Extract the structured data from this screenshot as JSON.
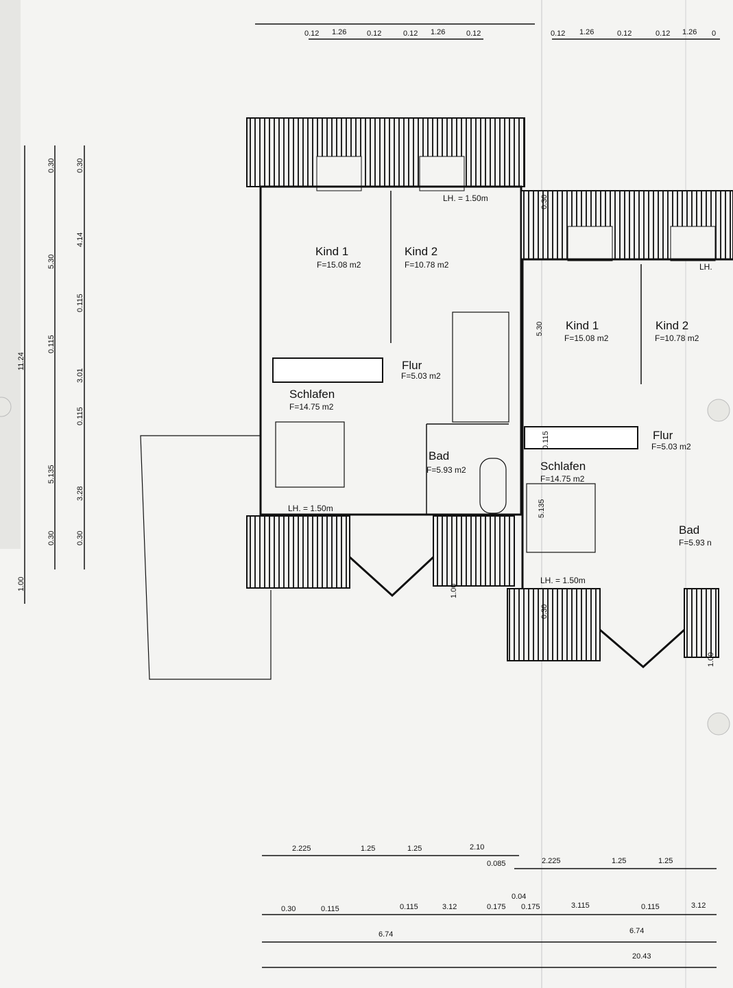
{
  "drawing": {
    "unit_a": {
      "rooms": [
        {
          "name": "Kind 1",
          "area": "F=15.08 m2"
        },
        {
          "name": "Kind 2",
          "area": "F=10.78 m2"
        },
        {
          "name": "Flur",
          "area": "F=5.03 m2"
        },
        {
          "name": "Schlafen",
          "area": "F=14.75 m2"
        },
        {
          "name": "Bad",
          "area": "F=5.93 m2"
        }
      ],
      "headroom_labels": [
        "LH. = 1.50m",
        "LH. = 1.50m"
      ]
    },
    "unit_b": {
      "rooms": [
        {
          "name": "Kind 1",
          "area": "F=15.08 m2"
        },
        {
          "name": "Kind 2",
          "area": "F=10.78 m2"
        },
        {
          "name": "Flur",
          "area": "F=5.03 m2"
        },
        {
          "name": "Schlafen",
          "area": "F=14.75 m2"
        },
        {
          "name": "Bad",
          "area": "F=5.93 n"
        }
      ],
      "headroom_labels": [
        "LH. = 1.50m",
        "LH."
      ]
    },
    "top_dimensions": [
      "0.12",
      "1.26",
      "0.12",
      "0.12",
      "1.26",
      "0.12",
      "0.12",
      "1.26",
      "0.12",
      "0.12",
      "1.26",
      "0"
    ],
    "left_dimensions": {
      "outer": [
        "11.24",
        "1.00"
      ],
      "middle": [
        "0.30",
        "5.30",
        "0.115",
        "5.135",
        "0.30"
      ],
      "inner": [
        "0.30",
        "4.14",
        "0.115",
        "3.01",
        "0.115",
        "3.28",
        "0.30"
      ]
    },
    "inner_dimensions": [
      "1.00",
      "5.30",
      "0.30",
      "0.115",
      "0.30",
      "1.00",
      "5.135"
    ],
    "bottom_dimensions": {
      "row1": [
        "2.225",
        "1.25",
        "1.25",
        "2.10",
        "0.085",
        "2.225",
        "1.25",
        "1.25"
      ],
      "row2": [
        "0.30",
        "0.115",
        "0.115",
        "3.12",
        "0.175",
        "0.04",
        "0.175",
        "3.115",
        "0.115",
        "3.12"
      ],
      "row3": [
        "6.74",
        "6.74"
      ],
      "row4": [
        "20.43"
      ]
    }
  }
}
